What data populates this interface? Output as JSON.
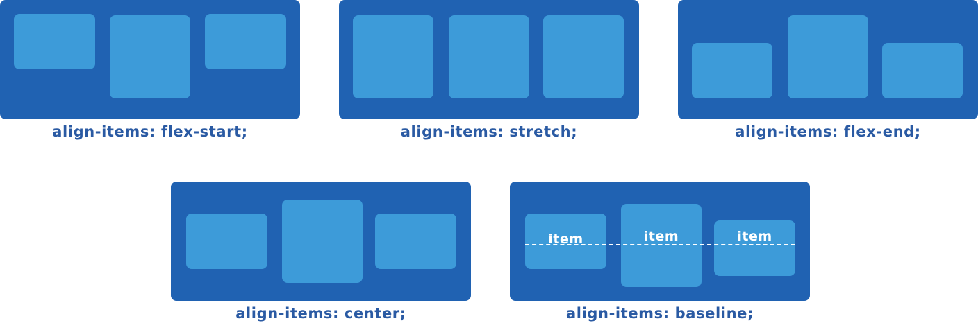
{
  "colors": {
    "panel": "#2062b2",
    "box": "#3d9bd9",
    "caption": "#2a5aa3",
    "item_text": "#ffffff"
  },
  "panels": [
    {
      "id": "flex-start",
      "caption": "align-items: flex-start;"
    },
    {
      "id": "stretch",
      "caption": "align-items: stretch;"
    },
    {
      "id": "flex-end",
      "caption": "align-items: flex-end;"
    },
    {
      "id": "center",
      "caption": "align-items: center;"
    },
    {
      "id": "baseline",
      "caption": "align-items: baseline;",
      "item_labels": [
        "item",
        "item",
        "item"
      ]
    }
  ]
}
